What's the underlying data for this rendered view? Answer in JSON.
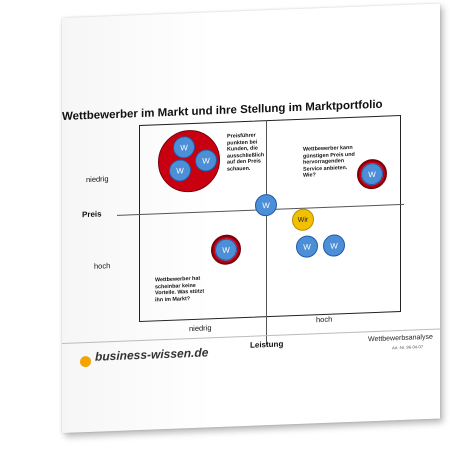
{
  "title": "Wettbewerber im Markt und ihre Stellung im Marktportfolio",
  "axes": {
    "preis": "Preis",
    "leistung": "Leistung",
    "niedrig_y": "niedrig",
    "hoch_y": "hoch",
    "niedrig_x": "niedrig",
    "hoch_x": "hoch"
  },
  "markers": {
    "w": "W",
    "wir": "Wir"
  },
  "notes": {
    "top_left": [
      "Preisführer",
      "punkten bei",
      "Kunden, die",
      "ausschließlich",
      "auf den Preis",
      "schauen."
    ],
    "top_right": [
      "Wettbewerber kann",
      "günstigen Preis und",
      "hervorragenden",
      "Service anbieten.",
      "Wie?"
    ],
    "bottom_left": [
      "Wettbewerber hat",
      "scheinbar keine",
      "Vorteile. Was stützt",
      "ihn im Markt?"
    ]
  },
  "footer": {
    "brand": "business-wissen.de",
    "doc_type": "Wettbewerbsanalyse",
    "art_nr": "Art.-Nr. 96-04-07"
  },
  "colors": {
    "competitor_blue": "#4d8fd6",
    "own_yellow": "#f2c000",
    "highlight_red": "#c40010",
    "brand_orange": "#f5a300"
  }
}
